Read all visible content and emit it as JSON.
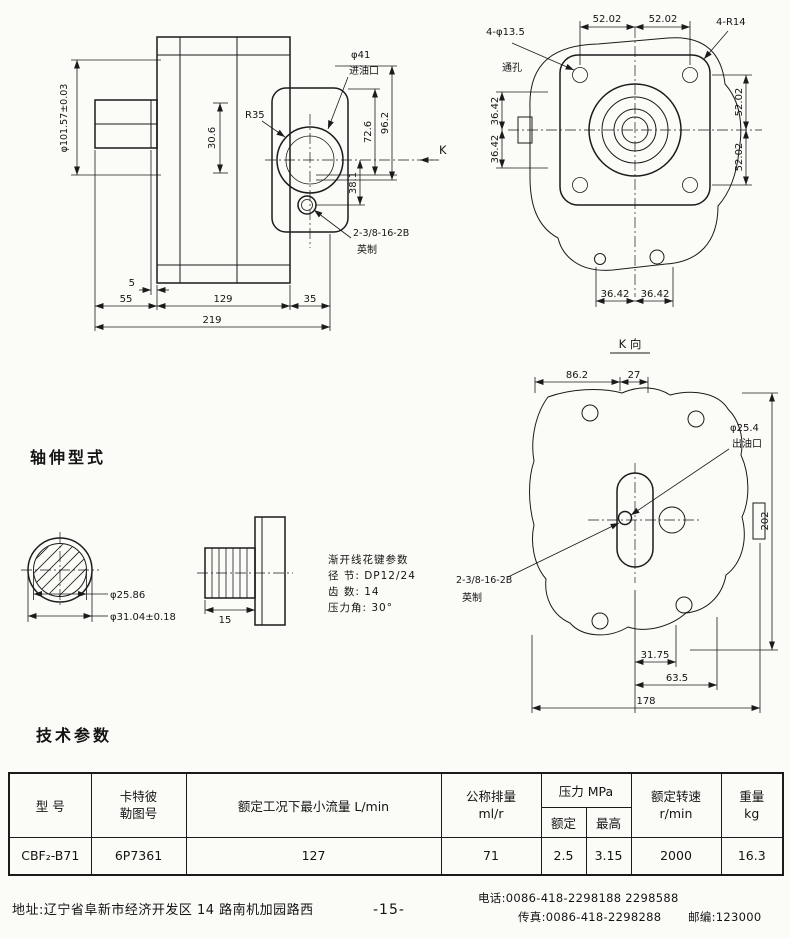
{
  "page": {
    "number": "-15-"
  },
  "headings": {
    "shaft_type": "轴伸型式",
    "tech_params": "技术参数"
  },
  "side_view": {
    "bore_dia": "φ101.57±0.03",
    "d30_6": "30.6",
    "r35": "R35",
    "phi41": "φ41",
    "inlet_label": "进油口",
    "d72_6": "72.6",
    "d96_2": "96.2",
    "d38_1": "38.1",
    "thread": "2-3/8-16-2B",
    "imperial": "英制",
    "d5": "5",
    "d55": "55",
    "d129": "129",
    "d35": "35",
    "d219": "219",
    "k_arrow": "K"
  },
  "front_view": {
    "d52_top_left": "52.02",
    "d52_top_right": "52.02",
    "holes": "4-φ13.5",
    "through": "通孔",
    "corner": "4-R14",
    "d52_right_top": "52.02",
    "d52_right_bottom": "52.02",
    "d36_left_top": "36.42",
    "d36_left_bottom": "36.42",
    "d36_bottom_left": "36.42",
    "d36_bottom_right": "36.42"
  },
  "k_view": {
    "title": "K 向",
    "d86_2": "86.2",
    "d27": "27",
    "phi25_4": "φ25.4",
    "outlet_label": "出油口",
    "d202": "202",
    "thread": "2-3/8-16-2B",
    "imperial": "英制",
    "d31_75": "31.75",
    "d63_5": "63.5",
    "d178": "178"
  },
  "shaft": {
    "phi25_86": "φ25.86",
    "phi31_04": "φ31.04±0.18",
    "d15": "15",
    "spline_title": "渐开线花键参数",
    "spline_pitch": "径 节: DP12/24",
    "spline_teeth": "齿 数: 14",
    "spline_angle": "压力角: 30°"
  },
  "table": {
    "headers": {
      "model": "型  号",
      "cat1": "卡特彼",
      "cat2": "勒图号",
      "min_flow": "额定工况下最小流量 L/min",
      "disp1": "公称排量",
      "disp2": "ml/r",
      "pressure": "压力 MPa",
      "rated": "额定",
      "max": "最高",
      "speed1": "额定转速",
      "speed2": "r/min",
      "weight1": "重量",
      "weight2": "kg"
    },
    "row": {
      "model": "CBF₂-B71",
      "cat_no": "6P7361",
      "min_flow": "127",
      "displacement": "71",
      "p_rated": "2.5",
      "p_max": "3.15",
      "speed": "2000",
      "weight": "16.3"
    }
  },
  "footer": {
    "address": "地址:辽宁省阜新市经济开发区 14 路南机加园路西",
    "phone": "电话:0086-418-2298188    2298588",
    "fax": "传真:0086-418-2298288",
    "postal": "邮编:123000"
  }
}
